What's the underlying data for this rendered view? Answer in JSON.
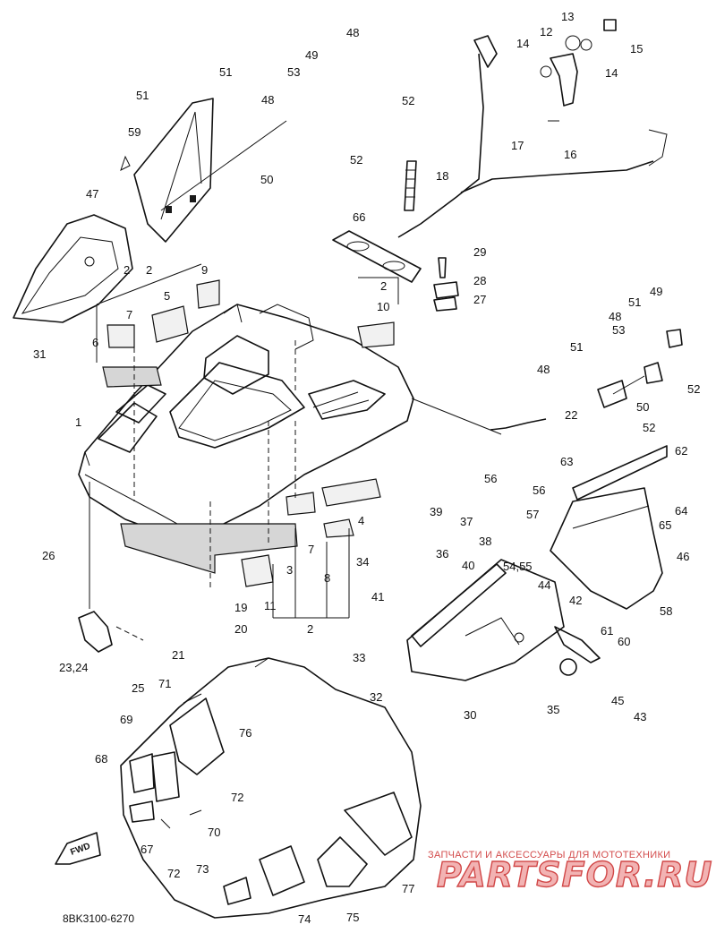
{
  "diagram": {
    "drawing_code": "8BK3100-6270",
    "fwd_label": "FWD",
    "watermark_caption": "ЗАПЧАСТИ И АКСЕССУАРЫ ДЛЯ МОТОТЕХНИКИ",
    "watermark_logo": "PARTSFOR.RU",
    "callouts": [
      "1",
      "2",
      "2",
      "2",
      "2",
      "3",
      "4",
      "5",
      "6",
      "7",
      "7",
      "8",
      "9",
      "10",
      "11",
      "12",
      "13",
      "14",
      "14",
      "15",
      "16",
      "17",
      "18",
      "19",
      "20",
      "21",
      "22",
      "23,24",
      "25",
      "26",
      "27",
      "28",
      "29",
      "30",
      "31",
      "32",
      "33",
      "34",
      "35",
      "36",
      "37",
      "38",
      "39",
      "40",
      "41",
      "42",
      "43",
      "44",
      "45",
      "46",
      "47",
      "48",
      "48",
      "48",
      "48",
      "49",
      "49",
      "50",
      "50",
      "51",
      "51",
      "51",
      "51",
      "52",
      "52",
      "52",
      "52",
      "53",
      "53",
      "54,55",
      "56",
      "56",
      "57",
      "58",
      "59",
      "60",
      "61",
      "62",
      "63",
      "64",
      "65",
      "66",
      "67",
      "68",
      "69",
      "70",
      "71",
      "72",
      "72",
      "73",
      "74",
      "75",
      "76",
      "77"
    ]
  }
}
